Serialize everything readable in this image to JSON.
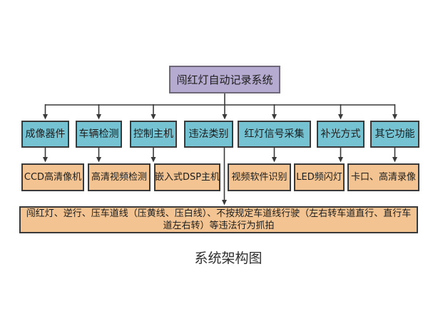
{
  "caption": "系统架构图",
  "colors": {
    "background": "#ffffff",
    "root_fill": "#b5aacf",
    "root_border": "#6e6878",
    "level2_fill": "#74c2d2",
    "level3_fill": "#f3c491",
    "box_border": "#3a3a3a",
    "connector_line": "#3a3a3a",
    "text": "#1d1d1d"
  },
  "nodes": {
    "root": "闯红灯自动记录系统",
    "level2": [
      "成像器件",
      "车辆检测",
      "控制主机",
      "违法类别",
      "红灯信号采集",
      "补光方式",
      "其它功能"
    ],
    "level3": [
      "CCD高清像机",
      "高清视频检测",
      "嵌入式DSP主机",
      "视频软件识别",
      "LED频闪灯",
      "卡口、高清录像"
    ],
    "violations": "闯红灯、逆行、压车道线（压黄线、压白线）、不按规定车道线行驶（左右转车道直行、直行车道左右转）等违法行为抓拍"
  },
  "edges": [
    {
      "from": "root",
      "to": "level2.0"
    },
    {
      "from": "root",
      "to": "level2.1"
    },
    {
      "from": "root",
      "to": "level2.2"
    },
    {
      "from": "root",
      "to": "level2.3"
    },
    {
      "from": "root",
      "to": "level2.4"
    },
    {
      "from": "root",
      "to": "level2.5"
    },
    {
      "from": "root",
      "to": "level2.6"
    },
    {
      "from": "level2.0",
      "to": "level3.0"
    },
    {
      "from": "level2.1",
      "to": "level3.1"
    },
    {
      "from": "level2.2",
      "to": "level3.2"
    },
    {
      "from": "level2.3",
      "to": "violations"
    },
    {
      "from": "level2.4",
      "to": "level3.3"
    },
    {
      "from": "level2.5",
      "to": "level3.4"
    },
    {
      "from": "level2.6",
      "to": "level3.5"
    }
  ]
}
